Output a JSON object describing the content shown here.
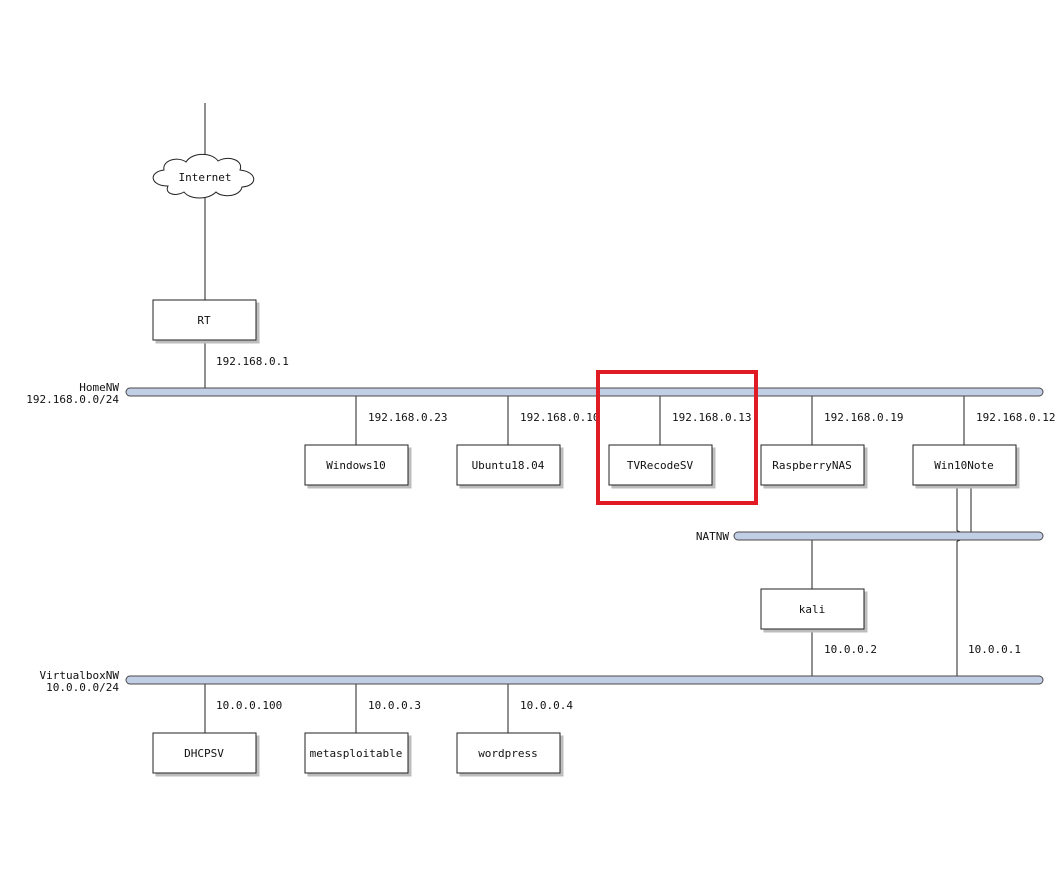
{
  "cloud": {
    "label": "Internet"
  },
  "networks": {
    "home": {
      "name": "HomeNW",
      "subnet": "192.168.0.0/24"
    },
    "nat": {
      "name": "NATNW"
    },
    "vbox": {
      "name": "VirtualboxNW",
      "subnet": "10.0.0.0/24"
    }
  },
  "nodes": {
    "rt": {
      "label": "RT",
      "ip": "192.168.0.1"
    },
    "windows10": {
      "label": "Windows10",
      "ip": "192.168.0.23"
    },
    "ubuntu": {
      "label": "Ubuntu18.04",
      "ip": "192.168.0.10"
    },
    "tvrecode": {
      "label": "TVRecodeSV",
      "ip": "192.168.0.13"
    },
    "raspberry": {
      "label": "RaspberryNAS",
      "ip": "192.168.0.19"
    },
    "win10note": {
      "label": "Win10Note",
      "ip": "192.168.0.12",
      "vbox_ip": "10.0.0.1"
    },
    "kali": {
      "label": "kali",
      "ip": "10.0.0.2"
    },
    "dhcpsv": {
      "label": "DHCPSV",
      "ip": "10.0.0.100"
    },
    "metasploitable": {
      "label": "metasploitable",
      "ip": "10.0.0.3"
    },
    "wordpress": {
      "label": "wordpress",
      "ip": "10.0.0.4"
    }
  },
  "colors": {
    "bus_fill": "#c2cde6",
    "bus_stroke": "#4a4a4a",
    "highlight": "#e01b24",
    "line": "#222222",
    "shadow": "#bdbdbd"
  }
}
